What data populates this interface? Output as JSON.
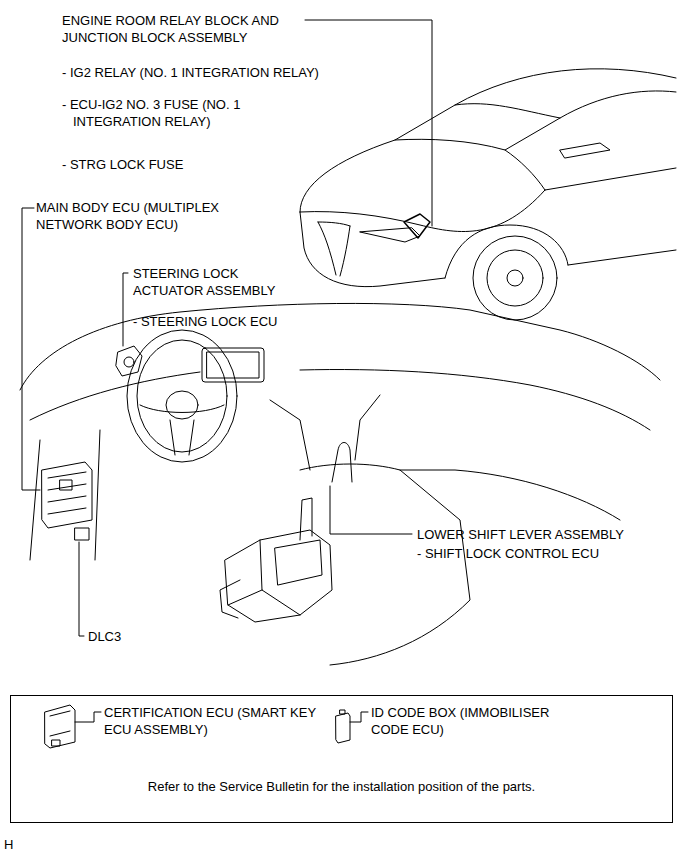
{
  "diagram": {
    "nodes": [
      {
        "text": [
          "CERTIFICATION ECU (SMART KEY ECU ASSEMBLY)",
          "ID CODE BOX (IMMOBILISER CODE ECU)",
          "Refer to the Service Bulletin for the installation position of the parts."
        ]
      }
    ],
    "labels": [
      "ENGINE ROOM RELAY BLOCK AND JUNCTION BLOCK ASSEMBLY",
      "- IG2 RELAY (NO. 1 INTEGRATION RELAY)",
      "- ECU-IG2 NO. 3 FUSE (NO. 1 INTEGRATION RELAY)",
      "- STRG LOCK FUSE",
      "MAIN BODY ECU (MULTIPLEX NETWORK BODY ECU)",
      "STEERING LOCK ACTUATOR ASSEMBLY",
      "- STEERING LOCK ECU",
      "LOWER SHIFT LEVER ASSEMBLY",
      "- SHIFT LOCK CONTROL ECU",
      "DLC3",
      "H"
    ]
  }
}
